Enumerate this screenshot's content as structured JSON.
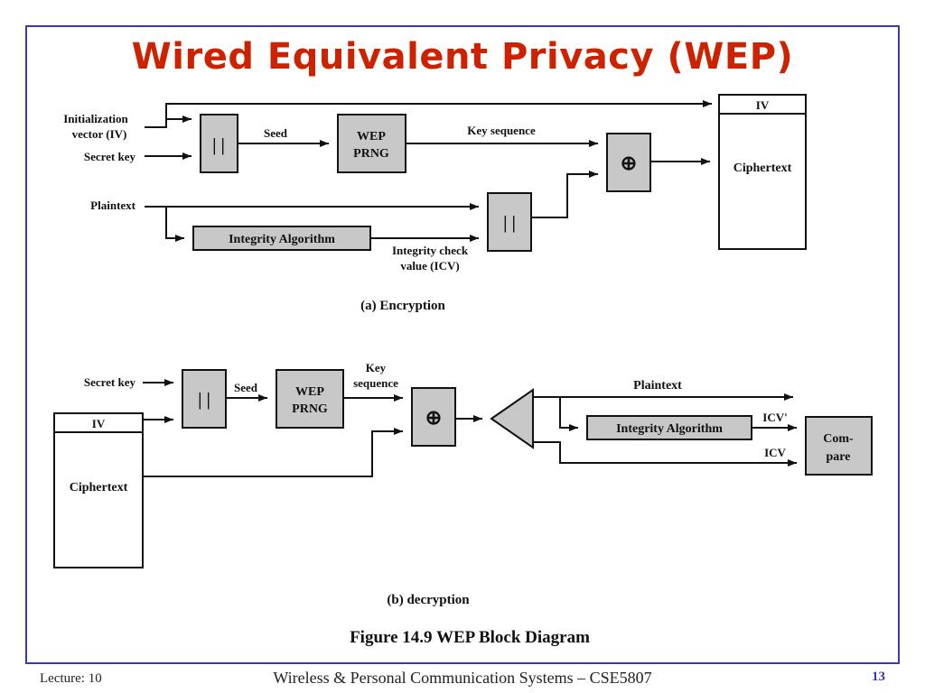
{
  "slide": {
    "title": "Wired Equivalent Privacy (WEP)",
    "footer_left": "Lecture: 10",
    "footer_center": "Wireless & Personal Communication Systems – CSE5807",
    "page_number": "13"
  },
  "encryption": {
    "iv_label_1": "Initialization",
    "iv_label_2": "vector (IV)",
    "secret_key": "Secret key",
    "concat_1": "| |",
    "seed": "Seed",
    "wep_1": "WEP",
    "prng_1": "PRNG",
    "key_sequence": "Key sequence",
    "xor": "⊕",
    "plaintext": "Plaintext",
    "integrity_algorithm": "Integrity Algorithm",
    "concat_2": "| |",
    "icv_1": "Integrity check",
    "icv_2": "value (ICV)",
    "out_iv": "IV",
    "ciphertext": "Ciphertext",
    "caption": "(a) Encryption"
  },
  "decryption": {
    "secret_key": "Secret key",
    "concat": "| |",
    "seed": "Seed",
    "wep": "WEP",
    "prng": "PRNG",
    "key_1": "Key",
    "key_2": "sequence",
    "xor": "⊕",
    "in_iv": "IV",
    "ciphertext": "Ciphertext",
    "plaintext": "Plaintext",
    "integrity_algorithm": "Integrity Algorithm",
    "icv_prime": "ICV'",
    "icv": "ICV",
    "compare_1": "Com-",
    "compare_2": "pare",
    "caption": "(b) decryption"
  },
  "figure_caption": "Figure 14.9  WEP Block Diagram",
  "colors": {
    "title": "#cc2200",
    "frame": "#3a3aa8",
    "box_fill": "#c8c8c8",
    "page_number": "#3a3aa8"
  }
}
